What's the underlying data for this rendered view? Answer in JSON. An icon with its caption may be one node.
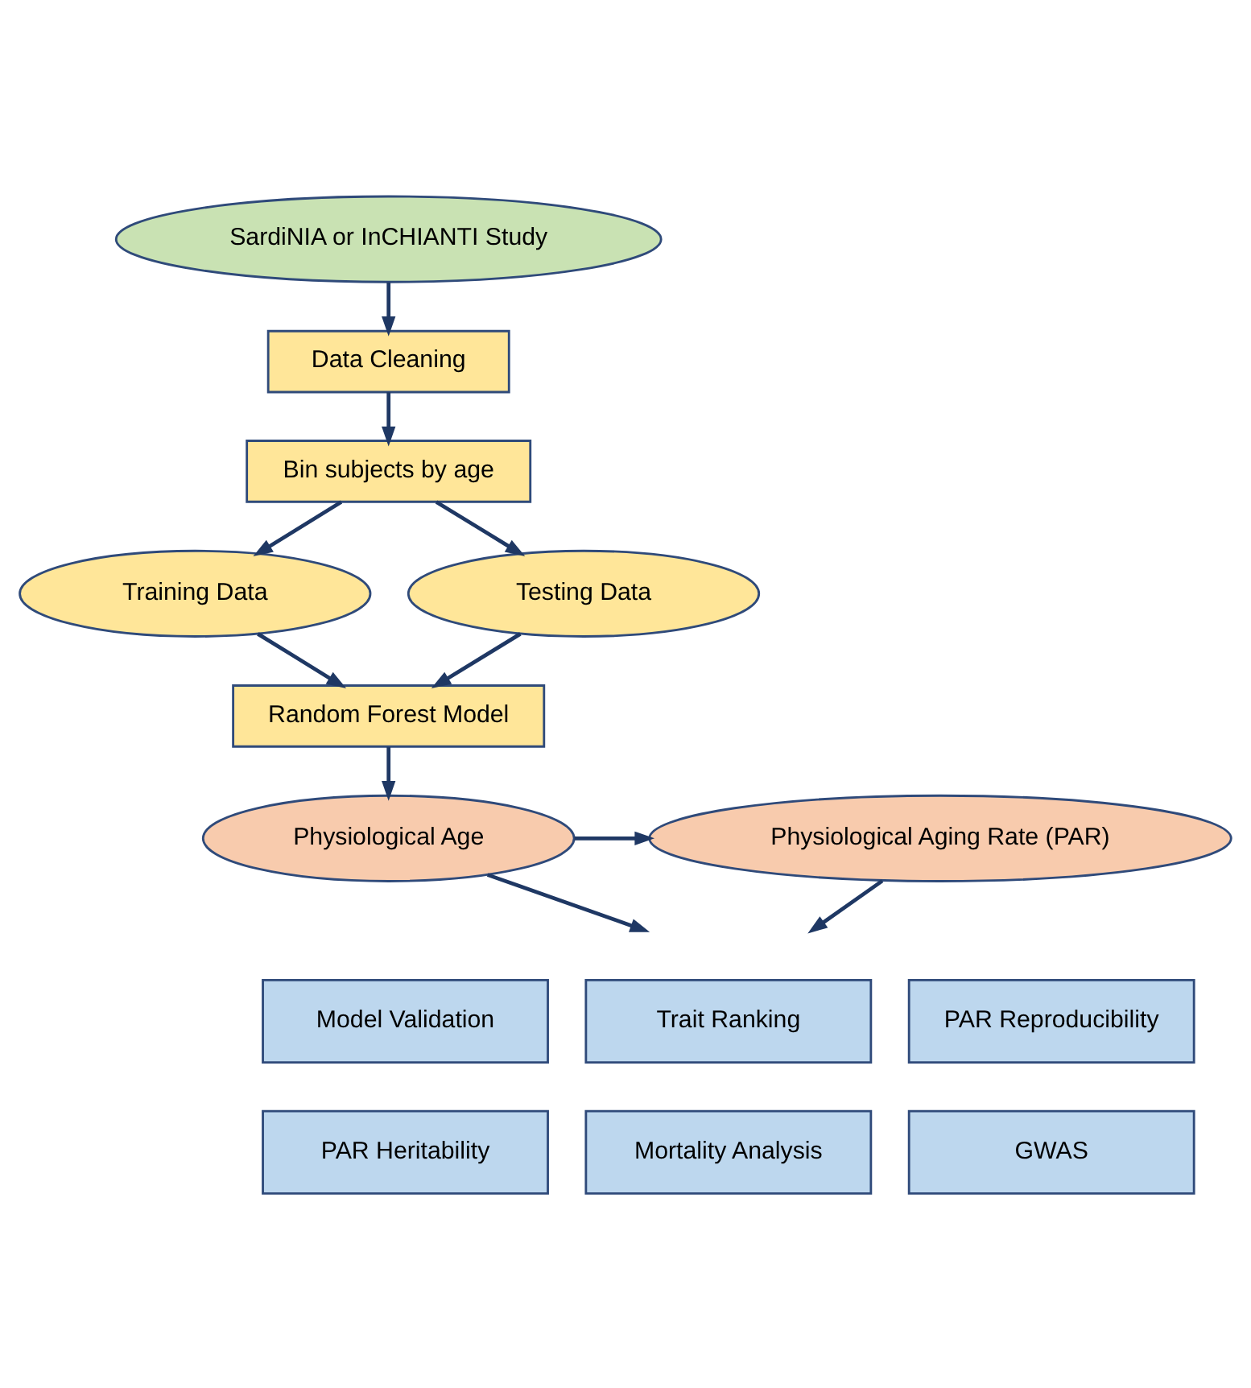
{
  "diagram": {
    "nodes": [
      {
        "text": [
          "SardiNIA or InCHIANTI Study"
        ]
      },
      {
        "text": [
          "Data Cleaning"
        ]
      },
      {
        "text": [
          "Bin subjects by age"
        ]
      },
      {
        "text": [
          "Training Data"
        ]
      },
      {
        "text": [
          "Testing Data"
        ]
      },
      {
        "text": [
          "Random Forest Model"
        ]
      },
      {
        "text": [
          "Physiological Age"
        ]
      },
      {
        "text": [
          "Physiological Aging Rate (PAR)"
        ]
      },
      {
        "text": [
          "Model Validation"
        ]
      },
      {
        "text": [
          "Trait Ranking"
        ]
      },
      {
        "text": [
          "PAR Reproducibility"
        ]
      },
      {
        "text": [
          "PAR Heritability"
        ]
      },
      {
        "text": [
          "Mortality Analysis"
        ]
      },
      {
        "text": [
          "GWAS"
        ]
      }
    ],
    "edges": [
      {
        "from": 0,
        "to": 1,
        "arrow": "to"
      },
      {
        "from": 1,
        "to": 2,
        "arrow": "to"
      },
      {
        "from": 2,
        "to": 3,
        "arrow": "to"
      },
      {
        "from": 2,
        "to": 4,
        "arrow": "to"
      },
      {
        "from": 3,
        "to": 5,
        "arrow": "to"
      },
      {
        "from": 4,
        "to": 5,
        "arrow": "to"
      },
      {
        "from": 5,
        "to": 6,
        "arrow": "to"
      },
      {
        "from": 6,
        "to": 7,
        "arrow": "to"
      },
      {
        "from": 6,
        "to": null,
        "arrow": "to"
      },
      {
        "from": 7,
        "to": null,
        "arrow": "to"
      }
    ]
  }
}
